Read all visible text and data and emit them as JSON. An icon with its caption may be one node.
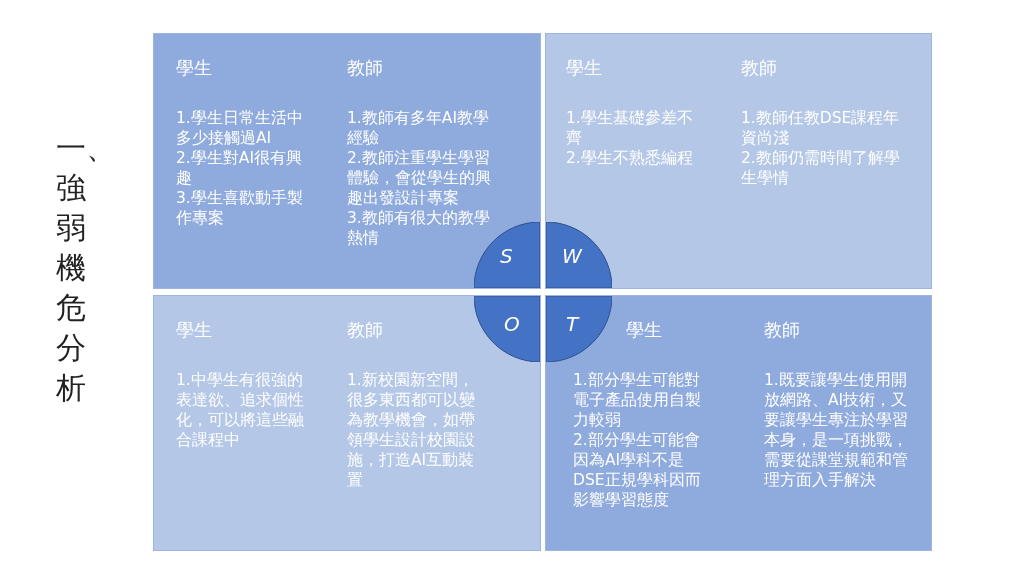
{
  "diagram": {
    "title": "一、強弱機危分析",
    "nodes": [
      {
        "text": [
          "學生",
          "1.學生日常生活中多少接觸過AI",
          "2.學生對AI很有興趣",
          "3.學生喜歡動手製作專案",
          "教師",
          "1.教師有多年AI教學經驗",
          "2.教師注重學生學習體驗，會從學生的興趣出發設計專案",
          "3.教師有很大的教學熱情"
        ]
      },
      {
        "text": [
          "學生",
          "1.學生基礎參差不齊",
          "2.學生不熟悉編程",
          "教師",
          "1.教師任教DSE課程年資尚淺",
          "2.教師仍需時間了解學生學情"
        ]
      },
      {
        "text": [
          "學生",
          "1.中學生有很強的表達欲、追求個性化，可以將這些融合課程中",
          "教師",
          "1.新校園新空間，很多東西都可以變為教學機會，如帶領學生設計校園設施，打造AI互動裝置"
        ]
      },
      {
        "text": [
          "學生",
          "1.部分學生可能對電子產品使用自製力較弱",
          "2.部分學生可能會因為AI學科不是DSE正規學科因而影響學習態度",
          "教師",
          "1.既要讓學生使用開放網路、AI技術，又要讓學生專注於學習本身，是一項挑戰，需要從課堂規範和管理方面入手解決"
        ]
      },
      {
        "text": [
          "S"
        ],
        "in": 0
      },
      {
        "text": [
          "W"
        ],
        "in": 1
      },
      {
        "text": [
          "O"
        ],
        "in": 2
      },
      {
        "text": [
          "T"
        ],
        "in": 3
      }
    ],
    "edges": []
  }
}
